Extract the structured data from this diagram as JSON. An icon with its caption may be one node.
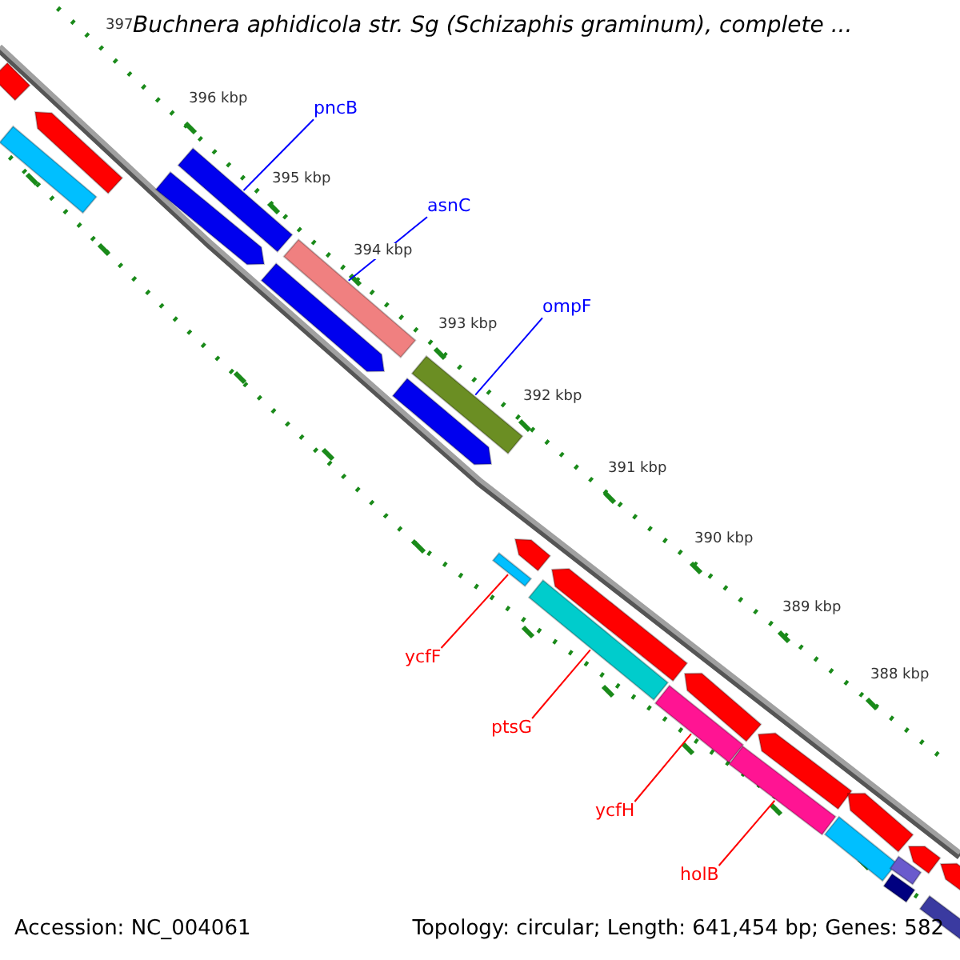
{
  "diagram": {
    "title": "Buchnera aphidicola str. Sg (Schizaphis graminum), complete ...",
    "nodes": [
      {
        "text": [
          "pncB"
        ]
      },
      {
        "text": [],
        "shape": "bar"
      },
      {
        "text": [
          "asnC"
        ]
      },
      {
        "text": [],
        "shape": "bar"
      },
      {
        "text": [
          "ompF"
        ]
      },
      {
        "text": [],
        "shape": "bar"
      },
      {
        "text": [
          "ycfF"
        ]
      },
      {
        "text": [],
        "shape": "bar"
      },
      {
        "text": [
          "ptsG"
        ]
      },
      {
        "text": [],
        "shape": "bar"
      },
      {
        "text": [
          "ycfH"
        ]
      },
      {
        "text": [],
        "shape": "bar"
      },
      {
        "text": [
          "holB"
        ]
      },
      {
        "text": [],
        "shape": "bar"
      },
      {
        "text": [],
        "shape": "bar"
      },
      {
        "text": [],
        "shape": "bar"
      },
      {
        "text": [],
        "shape": "bar"
      },
      {
        "text": [],
        "shape": "bar"
      },
      {
        "text": [],
        "shape": "bar"
      },
      {
        "text": [],
        "shape": "bar"
      },
      {
        "text": [],
        "shape": "bar"
      },
      {
        "text": [],
        "shape": "bar"
      },
      {
        "text": [],
        "shape": "bar"
      },
      {
        "text": [],
        "shape": "bar"
      },
      {
        "text": [],
        "shape": "bar"
      },
      {
        "text": [],
        "shape": "bar"
      },
      {
        "text": [],
        "shape": "bar"
      },
      {
        "text": [],
        "shape": "bar"
      },
      {
        "text": [],
        "shape": "bar"
      },
      {
        "text": [],
        "shape": "bar"
      },
      {
        "text": [],
        "shape": "bar"
      }
    ],
    "edges": [
      {
        "from": 0,
        "to": 1,
        "arrow": "none",
        "color": "#0000ff"
      },
      {
        "from": 2,
        "to": 3,
        "arrow": "none",
        "color": "#0000ff"
      },
      {
        "from": 4,
        "to": 5,
        "arrow": "none",
        "color": "#0000ff"
      },
      {
        "from": 6,
        "to": 7,
        "arrow": "none"
      },
      {
        "from": 8,
        "to": 9,
        "arrow": "none"
      },
      {
        "from": 10,
        "to": 11,
        "arrow": "none"
      },
      {
        "from": 12,
        "to": 13,
        "arrow": "none"
      }
    ],
    "labels": [
      "397",
      "396 kbp",
      "395 kbp",
      "394 kbp",
      "393 kbp",
      "392 kbp",
      "391 kbp",
      "390 kbp",
      "389 kbp",
      "388 kbp",
      "Accession: NC_004061",
      "Topology: circular; Length: 641,454 bp; Genes: 582"
    ]
  }
}
